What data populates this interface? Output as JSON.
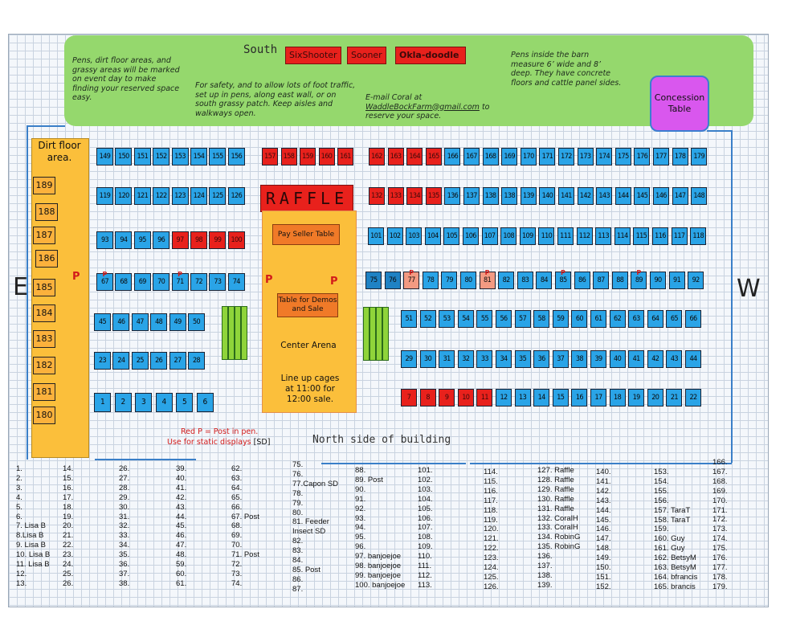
{
  "banner": {
    "south_label": "South",
    "tags": [
      "SixShooter",
      "Sooner",
      "Okla-doodle"
    ],
    "note_floor": "Pens, dirt floor areas, and grassy areas will  be marked on  event day to make finding your reserved space easy.",
    "note_safety": "For safety, and to allow lots of foot traffic, set up in pens, along east wall, or on south grassy patch.  Keep aisles and walkways open.",
    "note_email_prefix": "E-mail Coral at",
    "note_email_address": "WaddleBockFarm@gmail.com",
    "note_email_suffix": " to reserve your space.",
    "note_pens": "Pens inside the barn measure 6’ wide and 8’ deep.  They have concrete floors and cattle panel sides.",
    "concession": "Concession Table"
  },
  "dirt_area": {
    "label": "Dirt floor area.",
    "pens": [
      "189",
      "188",
      "187",
      "186",
      "185",
      "184",
      "183",
      "182",
      "181",
      "180"
    ]
  },
  "arena": {
    "raffle": "RAFFLE",
    "pay_seller": "Pay  Seller Table",
    "demos": "Table for Demos and Sale",
    "center": "Center Arena",
    "lineup": "Line up cages at 11:00 for 12:00 sale."
  },
  "pen_mark": "P",
  "sides": {
    "east": "E",
    "west": "W"
  },
  "legend": {
    "red_p_line1": "Red P = Post in pen.",
    "red_p_line2": "Use for static displays",
    "sd": "[SD]"
  },
  "north_label": "North side of building",
  "pen_rows": [
    [
      "149",
      "150",
      "151",
      "152",
      "153",
      "154",
      "155",
      "156"
    ],
    [
      "157",
      "158",
      "159",
      "160",
      "161"
    ],
    [
      "162",
      "163",
      "164",
      "165",
      "166",
      "167",
      "168",
      "169",
      "170",
      "171",
      "172",
      "173",
      "174",
      "175",
      "176",
      "177",
      "178",
      "179"
    ],
    [
      "119",
      "120",
      "121",
      "122",
      "123",
      "124",
      "125",
      "126"
    ],
    [
      "132",
      "133",
      "134",
      "135",
      "136",
      "137",
      "138",
      "138",
      "139",
      "140",
      "141",
      "142",
      "143",
      "144",
      "145",
      "146",
      "147",
      "148"
    ],
    [
      "93",
      "94",
      "95",
      "96",
      "97",
      "98",
      "99",
      "100"
    ],
    [
      "101",
      "102",
      "103",
      "104",
      "105",
      "106",
      "107",
      "108",
      "109",
      "110",
      "111",
      "112",
      "113",
      "114",
      "115",
      "116",
      "117",
      "118"
    ],
    [
      "67",
      "68",
      "69",
      "70",
      "71",
      "72",
      "73",
      "74"
    ],
    [
      "75",
      "76",
      "77",
      "78",
      "79",
      "80",
      "81",
      "82",
      "83",
      "84",
      "85",
      "86",
      "87",
      "88",
      "89",
      "90",
      "91",
      "92"
    ],
    [
      "45",
      "46",
      "47",
      "48",
      "49",
      "50"
    ],
    [
      "51",
      "52",
      "53",
      "54",
      "55",
      "56",
      "57",
      "58",
      "59",
      "60",
      "61",
      "62",
      "63",
      "64",
      "65",
      "66"
    ],
    [
      "23",
      "24",
      "25",
      "26",
      "27",
      "28"
    ],
    [
      "29",
      "30",
      "31",
      "32",
      "33",
      "34",
      "35",
      "36",
      "37",
      "38",
      "39",
      "40",
      "41",
      "42",
      "43",
      "44"
    ],
    [
      "1",
      "2",
      "3",
      "4",
      "5",
      "6"
    ],
    [
      "7",
      "8",
      "9",
      "10",
      "11",
      "12",
      "13",
      "14",
      "15",
      "16",
      "17",
      "18",
      "19",
      "20",
      "21",
      "22"
    ]
  ],
  "roster_columns": [
    [
      "1.",
      "2.",
      "3.",
      "4.",
      "5.",
      "6.",
      "7. Lisa B",
      "8.Lisa B",
      "9. Lisa B",
      "10. Lisa B",
      "11. Lisa B",
      "12.",
      "13."
    ],
    [
      "14.",
      "15.",
      "16.",
      "17.",
      "18.",
      "19.",
      "20.",
      "21.",
      "22.",
      "23.",
      "24.",
      "25.",
      "26."
    ],
    [
      "26.",
      "27.",
      "28.",
      "29.",
      "30.",
      "31.",
      "32.",
      "33.",
      "34.",
      "35.",
      "36.",
      "37.",
      "38."
    ],
    [
      "39.",
      "40.",
      "41.",
      "42.",
      "43.",
      "44.",
      "45.",
      "46.",
      "47.",
      "48.",
      "59.",
      "60.",
      "61."
    ],
    [
      "62.",
      "63.",
      "64.",
      "65.",
      "66.",
      "67. Post",
      "68.",
      "69.",
      "70.",
      "71. Post",
      "72.",
      "73.",
      "74."
    ],
    [
      "75.",
      "76.",
      "77.Capon SD",
      "78.",
      "79.",
      "80.",
      "81. Feeder",
      "Insect SD",
      "82.",
      "83.",
      "84.",
      "85. Post",
      "86.",
      "87."
    ],
    [
      "88.",
      "89. Post",
      "90.",
      "91.",
      "92.",
      "93.",
      "94.",
      "95.",
      "96.",
      "97. banjoejoe",
      "98. banjoejoe",
      "99. banjoejoe",
      "100. banjoejoe"
    ],
    [
      "101.",
      "102.",
      "103.",
      "104.",
      "105.",
      "106.",
      "107.",
      "108.",
      "109.",
      "110.",
      "111.",
      "112.",
      "113."
    ],
    [
      "114.",
      "115.",
      "116.",
      "117.",
      "118.",
      "119.",
      "120.",
      "121.",
      "122.",
      "123.",
      "124.",
      "125.",
      "126."
    ],
    [
      "127. Raffle",
      "128. Raffle",
      "129. Raffle",
      "130. Raffle",
      "131. Raffle",
      "132. CoralH",
      "133. CoralH",
      "134. RobinG",
      "135. RobinG",
      "136.",
      "137.",
      "138.",
      "139."
    ],
    [
      "140.",
      "141.",
      "142.",
      "143.",
      "144.",
      "145.",
      "146.",
      "147.",
      "148.",
      "149.",
      "150.",
      "151.",
      "152."
    ],
    [
      "153.",
      "154.",
      "155.",
      "156.",
      "157. TaraT",
      "158. TaraT",
      "159.",
      "160. Guy",
      "161. Guy",
      "162. BetsyM",
      "163. BetsyM",
      "164. bfrancis",
      "165. brancis"
    ],
    [
      "166.",
      "167.",
      "168.",
      "169.",
      "170.",
      "171.",
      "172.",
      "173.",
      "174.",
      "175.",
      "176.",
      "177.",
      "178.",
      "179."
    ]
  ]
}
